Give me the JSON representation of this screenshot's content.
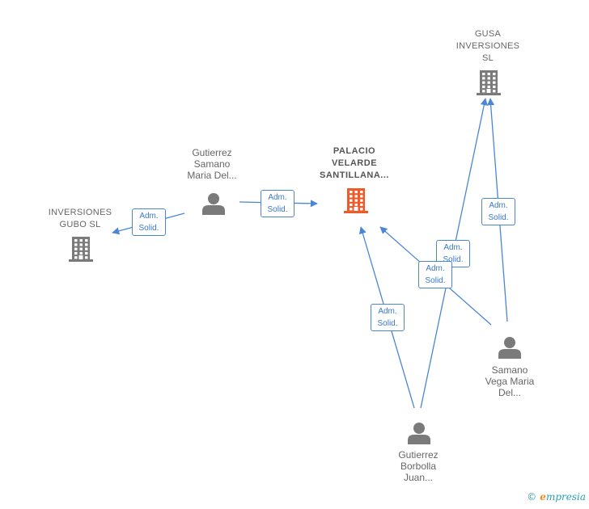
{
  "nodes": {
    "gusa": {
      "label": "GUSA\nINVERSIONES\nSL",
      "kind": "company"
    },
    "palacio": {
      "label": "PALACIO\nVELARDE\nSANTILLANA...",
      "kind": "company-focus"
    },
    "gubo": {
      "label": "INVERSIONES\nGUBO SL",
      "kind": "company"
    },
    "gutierrez_samano": {
      "label": "Gutierrez\nSamano\nMaria Del...",
      "kind": "person"
    },
    "samano_vega": {
      "label": "Samano\nVega Maria\nDel...",
      "kind": "person"
    },
    "gutierrez_borbolla": {
      "label": "Gutierrez\nBorbolla\nJuan...",
      "kind": "person"
    }
  },
  "edges": [
    {
      "from": "gutierrez_samano",
      "to": "gubo",
      "label": "Adm.\nSolid."
    },
    {
      "from": "gutierrez_samano",
      "to": "palacio",
      "label": "Adm.\nSolid."
    },
    {
      "from": "gutierrez_borbolla",
      "to": "palacio",
      "label": "Adm.\nSolid."
    },
    {
      "from": "gutierrez_borbolla",
      "to": "gusa",
      "label": "Adm.\nSolid."
    },
    {
      "from": "samano_vega",
      "to": "palacio",
      "label": "Adm.\nSolid."
    },
    {
      "from": "samano_vega",
      "to": "gusa",
      "label": "Adm.\nSolid."
    }
  ],
  "colors": {
    "company": "#7a7a7a",
    "focus": "#f05a28",
    "person": "#7a7a7a",
    "edge": "#4a86d4"
  },
  "credit": {
    "symbol": "©",
    "brand_initial": "e",
    "brand_rest": "mpresia"
  }
}
